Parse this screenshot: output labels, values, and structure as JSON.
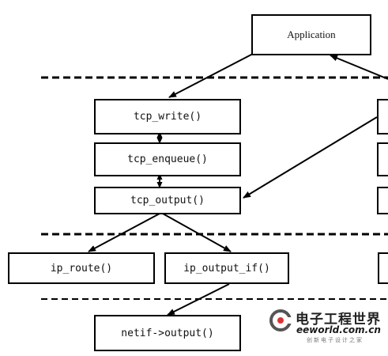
{
  "boxes": {
    "application": "Application",
    "tcp_write": "tcp_write()",
    "tcp_enqueue": "tcp_enqueue()",
    "tcp_output": "tcp_output()",
    "ip_route": "ip_route()",
    "ip_output_if": "ip_output_if()",
    "netif_output": "netif->output()"
  },
  "watermark": {
    "name": "电子工程世界",
    "url": "eeworld.com.cn",
    "tagline": "创新电子设计之家"
  }
}
